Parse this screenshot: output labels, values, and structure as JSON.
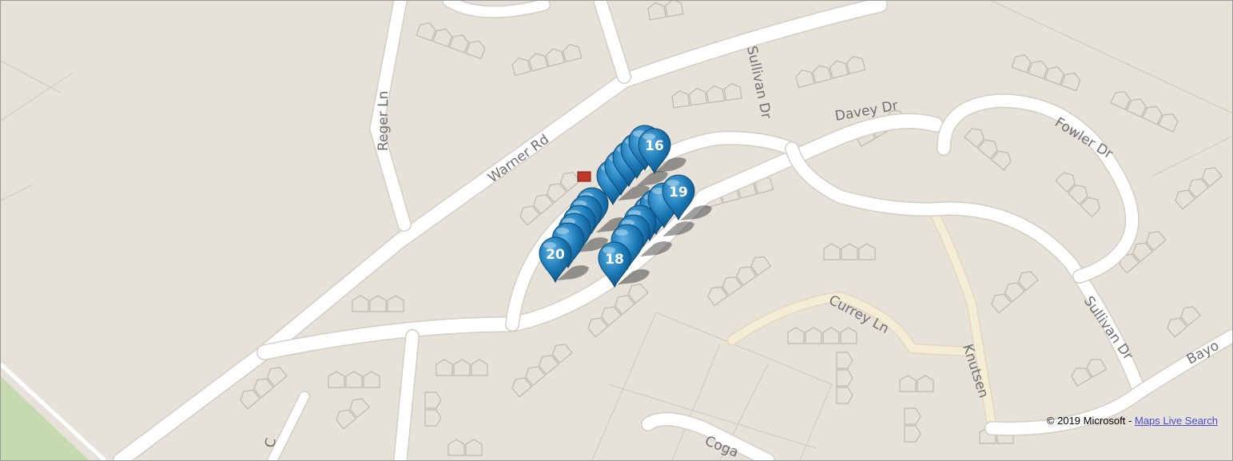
{
  "streets": {
    "warner_rd": "Warner Rd",
    "reger_ln": "Reger Ln",
    "sullivan_dr_north": "Sullivan Dr",
    "davey_dr": "Davey Dr",
    "fowler_dr": "Fowler Dr",
    "sullivan_dr_south": "Sullivan Dr",
    "currey_ln": "Currey Ln",
    "knutsen": "Knutsen",
    "bayo": "Bayo",
    "coga": "Coga",
    "c_partial": "C"
  },
  "pins": [
    {
      "id": "pin-16",
      "label": "16"
    },
    {
      "id": "pin-19",
      "label": "19"
    },
    {
      "id": "pin-20",
      "label": "20"
    },
    {
      "id": "pin-18",
      "label": "18"
    }
  ],
  "attribution": {
    "copyright": "© 2019 Microsoft - ",
    "link_text": "Maps Live Search"
  },
  "colors": {
    "land": "#e6e2d9",
    "road": "#ffffff",
    "minor_road": "#f5ecd5",
    "park": "#c6dab0",
    "pin": "#1b78b4",
    "marker_red": "#c0392b"
  }
}
